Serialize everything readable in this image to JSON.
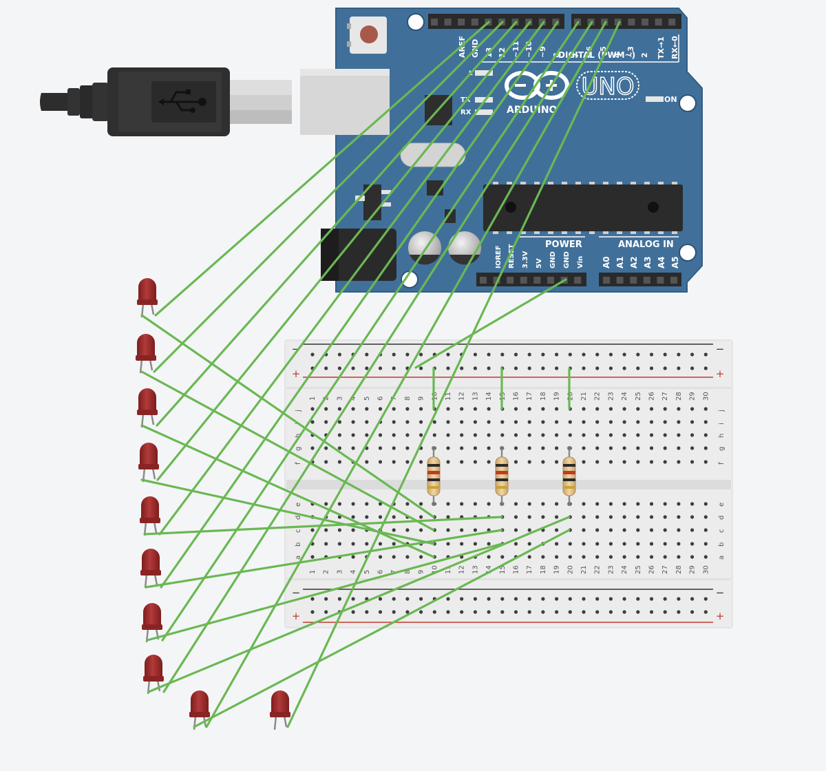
{
  "colors": {
    "background": "#f4f5f7",
    "board": "#40709a",
    "board_edge": "#335d82",
    "wire": "#6ab853",
    "led": "#9e2a2a",
    "breadboard": "#ececec",
    "rail_red": "#c0392b",
    "rail_black": "#333333"
  },
  "arduino": {
    "brand": "ARDUINO",
    "model": "UNO",
    "on_label": "ON",
    "tx_label": "TX",
    "rx_label": "RX",
    "l_label": "L",
    "digital_label": "DIGITAL (PWM~)",
    "txrx_labels": [
      "TX→1",
      "RX←0"
    ],
    "power_label": "POWER",
    "analog_label": "ANALOG IN",
    "top_pins": [
      "AREF",
      "GND",
      "13",
      "12",
      "~11",
      "~10",
      "~9",
      "8",
      "7",
      "~6",
      "~5",
      "4",
      "~3",
      "2"
    ],
    "power_pins": [
      "IOREF",
      "RESET",
      "3.3V",
      "5V",
      "GND",
      "GND",
      "Vin"
    ],
    "analog_pins": [
      "A0",
      "A1",
      "A2",
      "A3",
      "A4",
      "A5"
    ]
  },
  "usb_cable": {
    "icon": "usb-icon"
  },
  "breadboard": {
    "columns": [
      "1",
      "2",
      "3",
      "4",
      "5",
      "6",
      "7",
      "8",
      "9",
      "10",
      "11",
      "12",
      "13",
      "14",
      "15",
      "16",
      "17",
      "18",
      "19",
      "20",
      "21",
      "22",
      "23",
      "24",
      "25",
      "26",
      "27",
      "28",
      "29",
      "30"
    ],
    "rows_top": [
      "j",
      "i",
      "h",
      "g",
      "f"
    ],
    "rows_bottom": [
      "e",
      "d",
      "c",
      "b",
      "a"
    ],
    "rail_minus": "−",
    "rail_plus": "+"
  },
  "resistors": {
    "count": 3,
    "columns": [
      "10",
      "15",
      "20"
    ]
  },
  "leds": {
    "count": 10,
    "color": "red"
  }
}
